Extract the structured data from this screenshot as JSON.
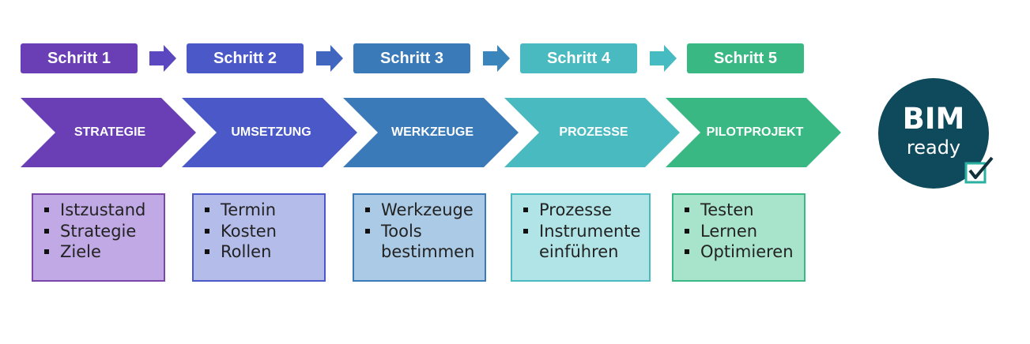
{
  "steps": [
    {
      "label": "Schritt 1",
      "phase": "STRATEGIE",
      "items": [
        "Istzustand",
        "Strategie",
        "Ziele"
      ],
      "color": "#6a3eb4",
      "box_fill": "#c0a9e4",
      "box_border": "#7a46a8"
    },
    {
      "label": "Schritt 2",
      "phase": "UMSETZUNG",
      "items": [
        "Termin",
        "Kosten",
        "Rollen"
      ],
      "color": "#4a58c8",
      "box_fill": "#b4bcea",
      "box_border": "#4a58c8"
    },
    {
      "label": "Schritt 3",
      "phase": "WERKZEUGE",
      "items": [
        "Werkzeuge",
        "Tools",
        "bestimmen"
      ],
      "color": "#3a7ab8",
      "box_fill": "#abcae6",
      "box_border": "#3a7ab8"
    },
    {
      "label": "Schritt 4",
      "phase": "PROZESSE",
      "items": [
        "Prozesse",
        "Instrumente",
        "einführen"
      ],
      "color": "#48bac0",
      "box_fill": "#b0e4e6",
      "box_border": "#48bac0"
    },
    {
      "label": "Schritt 5",
      "phase": "PILOTPROJEKT",
      "items": [
        "Testen",
        "Lernen",
        "Optimieren"
      ],
      "color": "#3ab884",
      "box_fill": "#a8e4cc",
      "box_border": "#3ab884"
    }
  ],
  "badge": {
    "main": "BIM",
    "sub": "ready",
    "color": "#0f4a5c",
    "check_color": "#2ab0a0"
  }
}
